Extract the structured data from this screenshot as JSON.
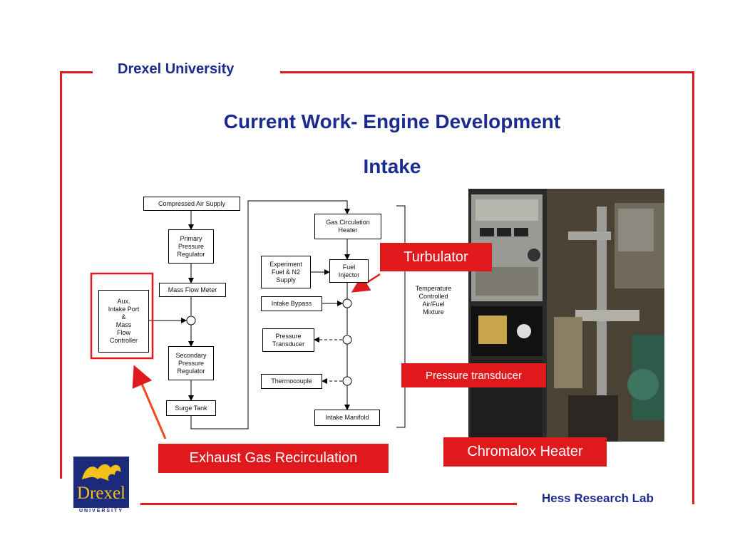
{
  "header": {
    "institution": "Drexel University"
  },
  "slide": {
    "title": "Current Work- Engine Development",
    "subtitle": "Intake"
  },
  "diagram": {
    "boxes": {
      "compressed_air": "Compressed Air Supply",
      "primary_regulator": "Primary\nPressure\nRegulator",
      "mass_flow_meter": "Mass Flow Meter",
      "aux_intake": "Aux.\nIntake Port\n&\nMass\nFlow\nController",
      "secondary_regulator": "Secondary\nPressure\nRegulator",
      "surge_tank": "Surge Tank",
      "gas_heater": "Gas Circulation\nHeater",
      "experiment_fuel": "Experiment\nFuel & N2\nSupply",
      "fuel_injector": "Fuel\nInjector",
      "intake_bypass": "Intake Bypass",
      "pressure_transducer": "Pressure\nTransducer",
      "thermocouple": "Thermocouple",
      "intake_manifold": "Intake Manifold"
    },
    "bracket_label": "Temperature\nControlled\nAir/Fuel\nMixture"
  },
  "callouts": {
    "turbulator": "Turbulator",
    "pressure_transducer": "Pressure transducer",
    "egr": "Exhaust Gas Recirculation",
    "chromalox": "Chromalox Heater"
  },
  "logo": {
    "wordmark": "Drexel",
    "subtext": "UNIVERSITY"
  },
  "footer": {
    "lab": "Hess Research Lab"
  },
  "colors": {
    "accent_red": "#e0191c",
    "title_blue": "#1c2b8f",
    "logo_navy": "#1b2a7a",
    "logo_gold": "#f2c21a",
    "pink_arrow": "#f07ad8"
  }
}
